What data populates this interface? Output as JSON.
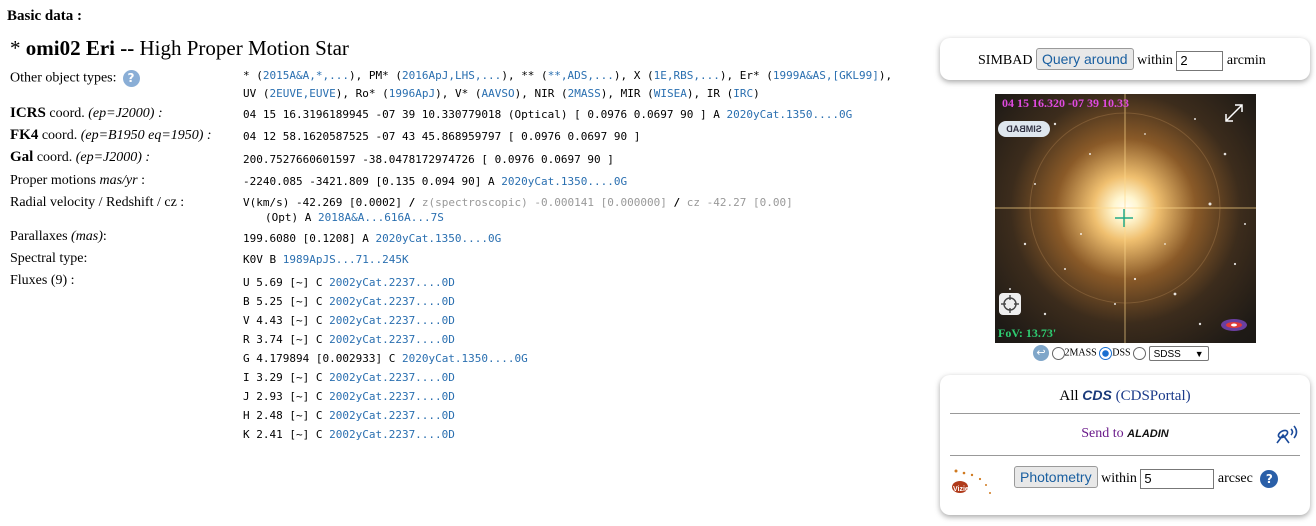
{
  "section_title": "Basic data :",
  "object": {
    "prefix": "* ",
    "name": "omi02 Eri",
    "separator": " -- ",
    "type": "High Proper Motion Star"
  },
  "labels": {
    "other_types": "Other object types:",
    "icrs_bold": "ICRS",
    "icrs_rest": " coord. ",
    "icrs_ep": "(ep=J2000) :",
    "fk4_bold": "FK4",
    "fk4_rest": " coord. ",
    "fk4_ep": "(ep=B1950 eq=1950) :",
    "gal_bold": "Gal",
    "gal_rest": " coord. ",
    "gal_ep": "(ep=J2000) :",
    "pm": "Proper motions ",
    "pm_unit": "mas/yr",
    "pm_colon": " :",
    "rv": "Radial velocity / Redshift / cz :",
    "plx": "Parallaxes ",
    "plx_unit": "(mas)",
    "plx_colon": ":",
    "sptype": "Spectral type:",
    "fluxes": "Fluxes (9) :"
  },
  "other_types_line1": [
    {
      "code": "*",
      "refs": "2015A&A,*,..."
    },
    {
      "code": "PM*",
      "refs": "2016ApJ,LHS,..."
    },
    {
      "code": "**",
      "refs": "**,ADS,..."
    },
    {
      "code": "X",
      "refs": "1E,RBS,..."
    },
    {
      "code": "Er*",
      "refs": "1999A&AS,[GKL99]"
    }
  ],
  "other_types_line2": [
    {
      "code": "UV",
      "refs": "2EUVE,EUVE"
    },
    {
      "code": "Ro*",
      "refs": "1996ApJ"
    },
    {
      "code": "V*",
      "refs": "AAVSO"
    },
    {
      "code": "NIR",
      "refs": "2MASS"
    },
    {
      "code": "MIR",
      "refs": "WISEA"
    },
    {
      "code": "IR",
      "refs": "IRC"
    }
  ],
  "icrs": {
    "value": "04 15 16.3196189945 -07 39 10.330779018 (Optical) [ 0.0976 0.0697 90 ] A ",
    "ref": "2020yCat.1350....0G"
  },
  "fk4": {
    "value": "04 12 58.1620587525 -07 43 45.868959797 [ 0.0976 0.0697 90 ]"
  },
  "gal": {
    "value": "200.7527660601597 -38.0478172974726 [ 0.0976 0.0697 90 ]"
  },
  "pm": {
    "value": "-2240.085 -3421.809 [0.135 0.094 90] A ",
    "ref": "2020yCat.1350....0G"
  },
  "rv": {
    "v": "V(km/s) -42.269 [0.0002]",
    "z": "z(spectroscopic) -0.000141 [0.000000]",
    "cz": "cz -42.27 [0.00]",
    "line2": "(Opt) A ",
    "ref": "2018A&A...616A...7S"
  },
  "plx": {
    "value": "199.6080 [0.1208] A ",
    "ref": "2020yCat.1350....0G"
  },
  "sptype": {
    "value": "K0V B ",
    "ref": "1989ApJS...71..245K"
  },
  "fluxes": [
    {
      "value": "U 5.69 [~] C ",
      "ref": "2002yCat.2237....0D"
    },
    {
      "value": "B 5.25 [~] C ",
      "ref": "2002yCat.2237....0D"
    },
    {
      "value": "V 4.43 [~] C ",
      "ref": "2002yCat.2237....0D"
    },
    {
      "value": "R 3.74 [~] C ",
      "ref": "2002yCat.2237....0D"
    },
    {
      "value": "G 4.179894 [0.002933] C ",
      "ref": "2020yCat.1350....0G"
    },
    {
      "value": "I 3.29 [~] C ",
      "ref": "2002yCat.2237....0D"
    },
    {
      "value": "J 2.93 [~] C ",
      "ref": "2002yCat.2237....0D"
    },
    {
      "value": "H 2.48 [~] C ",
      "ref": "2002yCat.2237....0D"
    },
    {
      "value": "K 2.41 [~] C ",
      "ref": "2002yCat.2237....0D"
    }
  ],
  "query": {
    "prefix": "SIMBAD",
    "button": "Query around",
    "within": "within",
    "radius": "2",
    "unit": "arcmin"
  },
  "sky": {
    "coords": "04 15 16.320 -07 39 10.33",
    "logo": "SIMBAD",
    "fov": "FoV: 13.73'",
    "survey_options": [
      "2MASS",
      "DSS"
    ],
    "selected_survey": "DSS",
    "band": "SDSS"
  },
  "portal": {
    "all": "All",
    "cds": "CDS",
    "portal_link": "(CDSPortal)",
    "send_to": "Send to",
    "aladin": "ALADIN",
    "photometry_button": "Photometry",
    "within": "within",
    "radius": "5",
    "unit": "arcsec",
    "vizier": "VizieR"
  }
}
